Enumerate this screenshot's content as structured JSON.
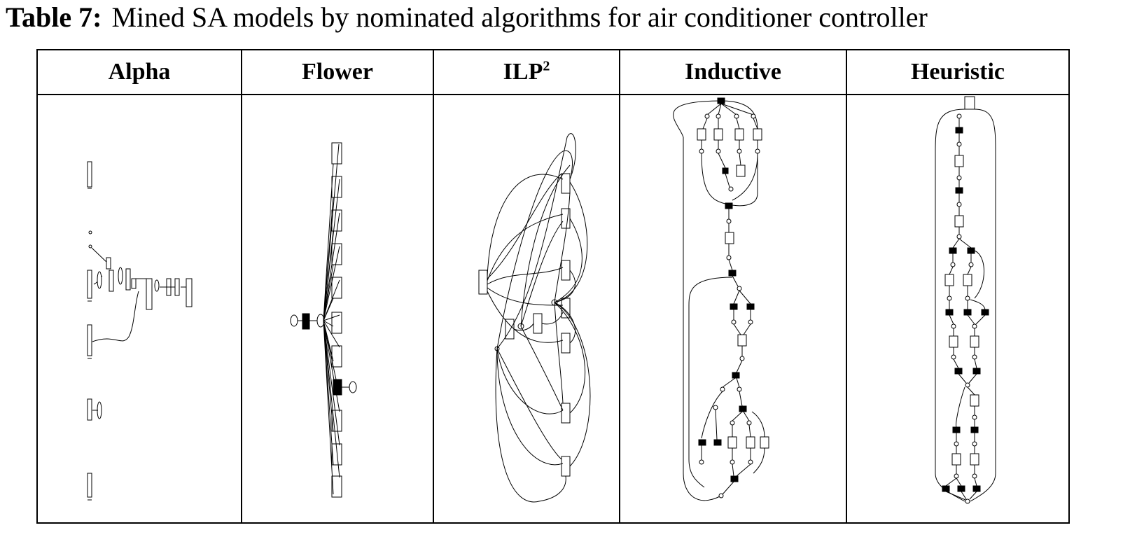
{
  "caption": {
    "label": "Table 7:",
    "text": "Mined SA models by nominated algorithms for air conditioner controller"
  },
  "table": {
    "headers": [
      "Alpha",
      "Flower",
      "ILP",
      "Inductive",
      "Heuristic"
    ],
    "ilp_superscript": "2",
    "cells": [
      {
        "header": "Alpha",
        "content": "process-model-graph"
      },
      {
        "header": "Flower",
        "content": "process-model-graph"
      },
      {
        "header": "ILP",
        "content": "process-model-graph"
      },
      {
        "header": "Inductive",
        "content": "process-model-graph"
      },
      {
        "header": "Heuristic",
        "content": "process-model-graph"
      }
    ]
  }
}
